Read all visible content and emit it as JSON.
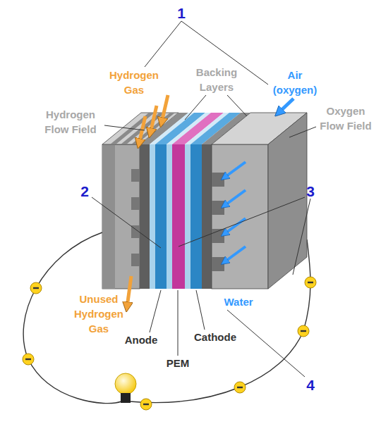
{
  "diagram": {
    "labels": [
      "1",
      "Hydrogen Gas",
      "Backing Layers",
      "Air (oxygen)",
      "Hydrogen Flow Field",
      "Oxygen Flow Field",
      "2",
      "3",
      "Unused Hydrogen Gas",
      "Water",
      "Anode",
      "PEM",
      "Cathode",
      "4"
    ]
  }
}
